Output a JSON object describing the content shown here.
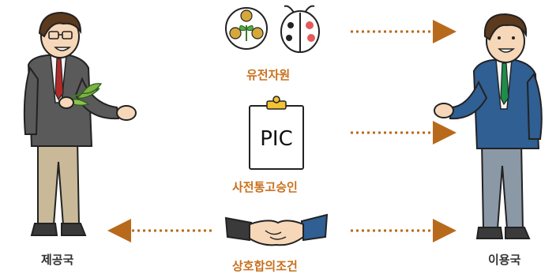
{
  "resource_label": "유전자원",
  "pic_label": "사전통고승인",
  "pic_card_text": "PIC",
  "mat_label": "상호합의조건",
  "provider_label": "제공국",
  "user_label": "이용국",
  "colors": {
    "accent": "#c8701e",
    "arrow": "#b86a1c",
    "provider_suit": "#5a5a5a",
    "user_suit": "#2f5f93"
  }
}
